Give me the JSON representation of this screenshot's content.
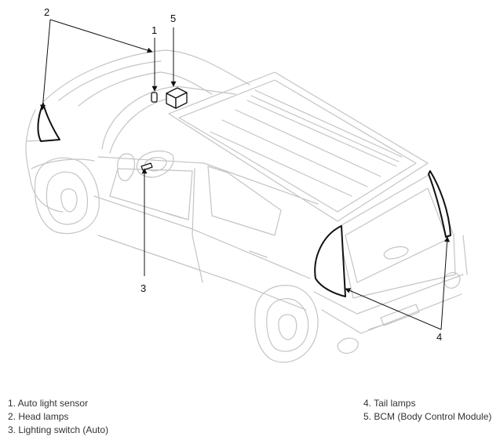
{
  "callouts": {
    "c1": "1",
    "c2": "2",
    "c3": "3",
    "c4": "4",
    "c5": "5"
  },
  "legend": {
    "items": [
      "1. Auto light sensor",
      "2. Head lamps",
      "3. Lighting switch (Auto)",
      "4. Tail lamps",
      "5. BCM (Body Control Module)"
    ]
  },
  "colors": {
    "outline": "#c8c8c8",
    "lamp": "#111111",
    "leader": "#111111"
  }
}
